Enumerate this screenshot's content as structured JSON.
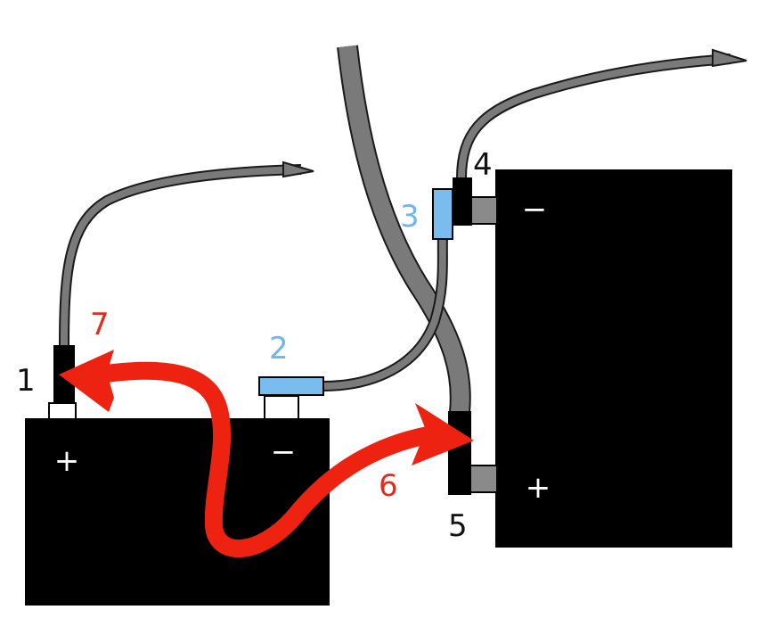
{
  "labels": {
    "l1": "1",
    "l2": "2",
    "l3": "3",
    "l4": "4",
    "l5": "5",
    "l6": "6",
    "l7": "7"
  },
  "terminal_symbols": {
    "battery_left_plus": "+",
    "battery_left_minus": "−",
    "battery_right_minus": "−",
    "battery_right_plus": "+"
  },
  "colors": {
    "battery": "#000000",
    "cable": "#7a7a7a",
    "cable_outline": "#1a1a1a",
    "clamp_dark": "#000000",
    "clamp_blue": "#79bdef",
    "arrow": "#ee2211",
    "label_black": "#111111",
    "label_blue": "#6fb6ea",
    "label_red": "#e62b1e",
    "terminal_post_white": "#ffffff",
    "terminal_post_grey": "#8a8a8a"
  }
}
